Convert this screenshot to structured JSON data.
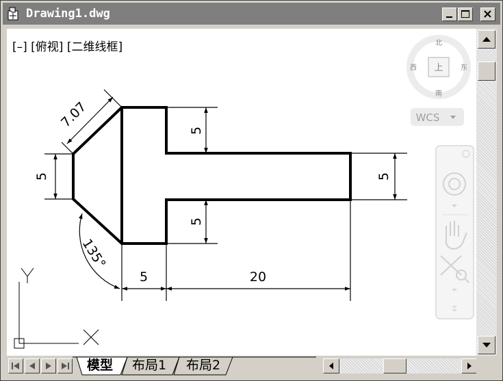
{
  "window": {
    "title": "Drawing1.dwg",
    "view_label": "[–] [俯视] [二维线框]"
  },
  "viewcube": {
    "north": "北",
    "south": "南",
    "east": "东",
    "west": "西",
    "face": "上",
    "wcs_label": "WCS"
  },
  "navbar": {
    "icons": [
      "steering-wheel-icon",
      "pan-hand-icon",
      "zoom-extents-icon"
    ]
  },
  "dimensions": {
    "chamfer": "7.07",
    "left_height": "5",
    "top_step": "5",
    "bottom_step": "5",
    "right_height": "5",
    "flange_width": "5",
    "shaft_length": "20",
    "angle": "135°"
  },
  "ucs": {
    "x_label": "X",
    "y_label": "Y"
  },
  "tabs": [
    {
      "label": "模型",
      "active": true
    },
    {
      "label": "布局1",
      "active": false
    },
    {
      "label": "布局2",
      "active": false
    }
  ],
  "colors": {
    "title_bar": "#7f7f7f",
    "canvas": "#ffffff",
    "geometry": "#000000",
    "chrome": "#d4d0c8"
  }
}
